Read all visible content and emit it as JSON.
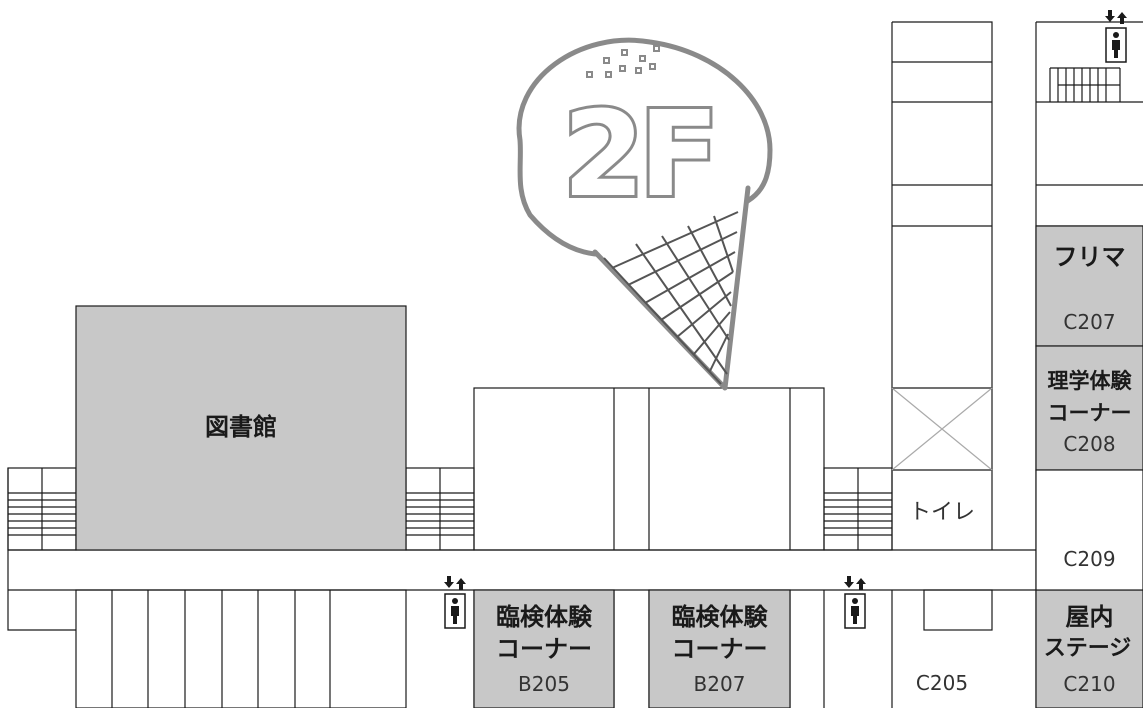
{
  "floor_label": "2F",
  "rooms": {
    "library": "図書館",
    "fleamarket": {
      "name": "フリマ",
      "code": "C207"
    },
    "science": {
      "name_line1": "理学体験",
      "name_line2": "コーナー",
      "code": "C208"
    },
    "toilet": "トイレ",
    "c209": "C209",
    "c205": "C205",
    "b205": {
      "name_line1": "臨検体験",
      "name_line2": "コーナー",
      "code": "B205"
    },
    "b207": {
      "name_line1": "臨検体験",
      "name_line2": "コーナー",
      "code": "B207"
    },
    "stage": {
      "name_line1": "屋内",
      "name_line2": "ステージ",
      "code": "C210"
    }
  },
  "icons": [
    "elevator-icon",
    "elevator-icon",
    "elevator-icon",
    "ice-cream-illustration"
  ],
  "colors": {
    "highlight_room": "#c8c8c8",
    "line": "#1a1a1a",
    "illustration": "#8a8a8a"
  }
}
